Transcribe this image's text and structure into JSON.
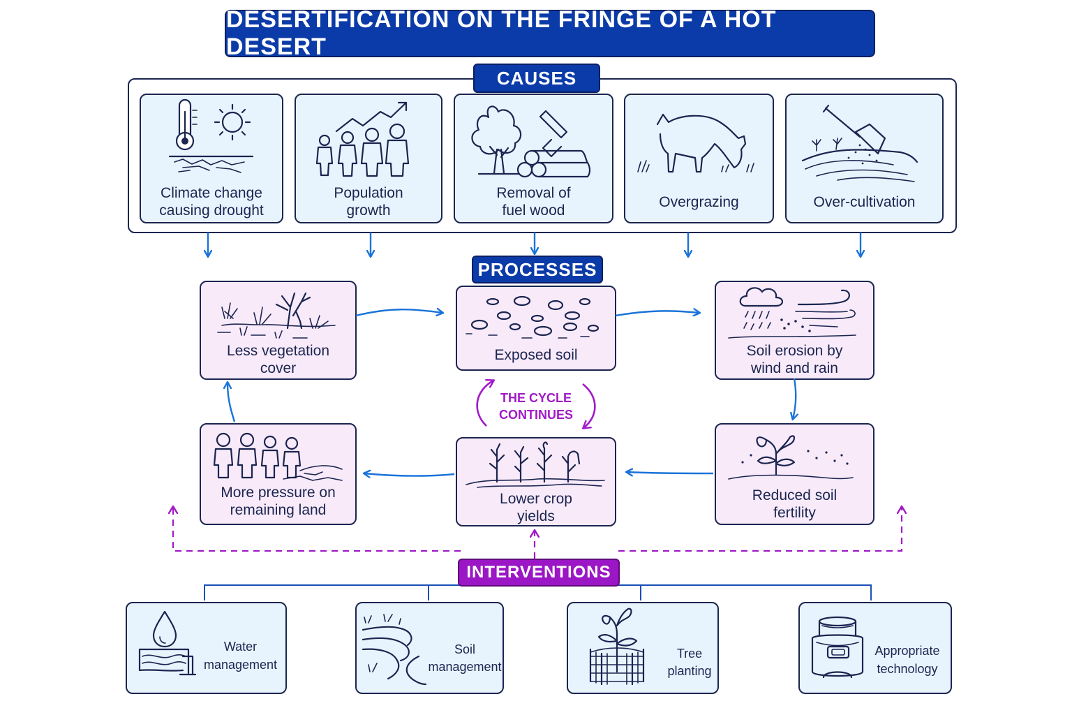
{
  "title": "DESERTIFICATION ON THE FRINGE OF A HOT DESERT",
  "sections": {
    "causes": "CAUSES",
    "processes": "PROCESSES",
    "interventions": "INTERVENTIONS"
  },
  "causes": [
    {
      "line1": "Climate change",
      "line2": "causing drought",
      "icon": "thermometer-sun-icon"
    },
    {
      "line1": "Population",
      "line2": "growth",
      "icon": "population-growth-icon"
    },
    {
      "line1": "Removal of",
      "line2": "fuel wood",
      "icon": "tree-axe-logs-icon"
    },
    {
      "line1": "Overgrazing",
      "line2": "",
      "icon": "grazing-goat-icon"
    },
    {
      "line1": "Over-cultivation",
      "line2": "",
      "icon": "shovel-field-icon"
    }
  ],
  "processes": [
    {
      "line1": "Less vegetation",
      "line2": "cover",
      "icon": "sparse-vegetation-icon"
    },
    {
      "line1": "Exposed soil",
      "line2": "",
      "icon": "exposed-soil-icon"
    },
    {
      "line1": "Soil erosion by",
      "line2": "wind and rain",
      "icon": "wind-rain-icon"
    },
    {
      "line1": "Reduced soil",
      "line2": "fertility",
      "icon": "wilting-seedling-icon"
    },
    {
      "line1": "Lower crop",
      "line2": "yields",
      "icon": "dry-crops-icon"
    },
    {
      "line1": "More pressure on",
      "line2": "remaining land",
      "icon": "people-cracked-land-icon"
    }
  ],
  "cycle": {
    "line1": "THE CYCLE",
    "line2": "CONTINUES"
  },
  "interventions": [
    {
      "line1": "Water",
      "line2": "management",
      "icon": "water-drop-icon"
    },
    {
      "line1": "Soil",
      "line2": "management",
      "icon": "terraces-icon"
    },
    {
      "line1": "Tree",
      "line2": "planting",
      "icon": "fenced-sapling-icon"
    },
    {
      "line1": "Appropriate",
      "line2": "technology",
      "icon": "cookstove-icon"
    }
  ],
  "colors": {
    "dark_blue": "#0b3ba8",
    "navy": "#1b2550",
    "arrow_blue": "#1a73d9",
    "purple": "#9b16c4",
    "cause_fill": "#e8f4fd",
    "process_fill": "#f8eaf9"
  }
}
